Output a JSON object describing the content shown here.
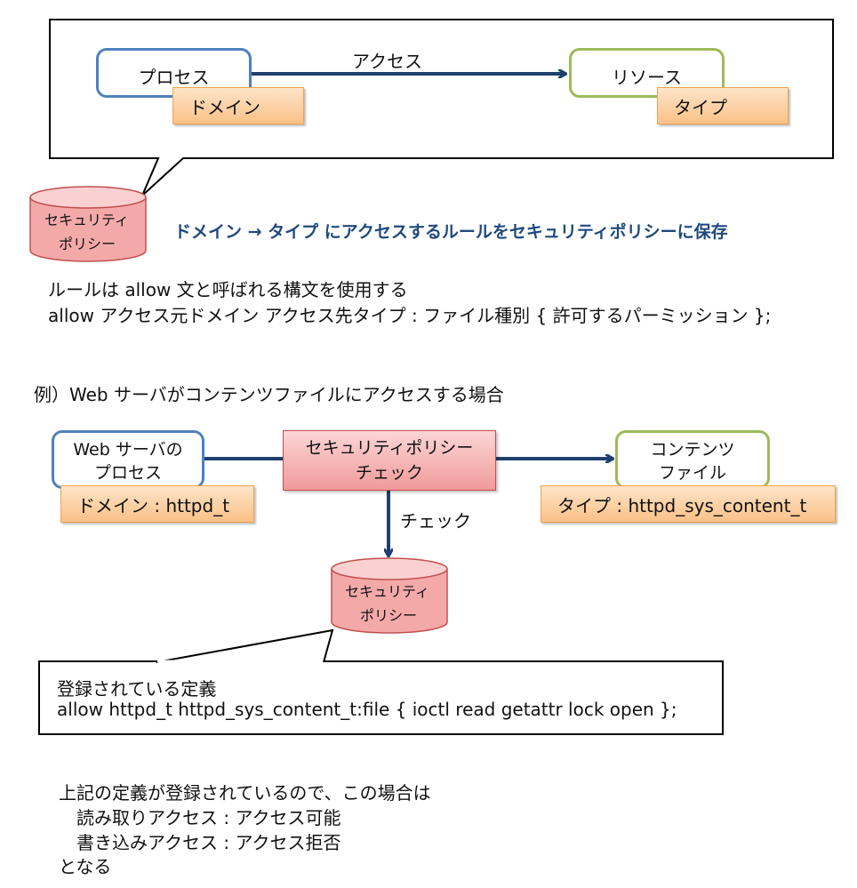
{
  "top": {
    "process": "プロセス",
    "domain": "ドメイン",
    "access": "アクセス",
    "resource": "リソース",
    "type": "タイプ",
    "policy_line1": "セキュリティ",
    "policy_line2": "ポリシー",
    "summary": "ドメイン → タイプ にアクセスするルールをセキュリティポリシーに保存"
  },
  "rule": {
    "line1": "ルールは allow 文と呼ばれる構文を使用する",
    "line2": "allow アクセス元ドメイン アクセス先タイプ : ファイル種別 { 許可するパーミッション };"
  },
  "example": {
    "heading": "例）Web サーバがコンテンツファイルにアクセスする場合",
    "web_line1": "Web サーバの",
    "web_line2": "プロセス",
    "domain": "ドメイン : httpd_t",
    "check_line1": "セキュリティポリシー",
    "check_line2": "チェック",
    "content_line1": "コンテンツ",
    "content_line2": "ファイル",
    "type": "タイプ : httpd_sys_content_t",
    "check_label": "チェック",
    "policy_line1": "セキュリティ",
    "policy_line2": "ポリシー",
    "defined_title": "登録されている定義",
    "defined_rule": "allow httpd_t httpd_sys_content_t:file { ioctl read getattr lock open };"
  },
  "conclusion": {
    "line1": "上記の定義が登録されているので、この場合は",
    "line2": "読み取りアクセス : アクセス可能",
    "line3": "書き込みアクセス : アクセス拒否",
    "line4": "となる"
  },
  "colors": {
    "arrow": "#1f3f6f",
    "process_border": "#4f81bd",
    "resource_border": "#9bbb59",
    "highlight_text": "#1f497d"
  }
}
